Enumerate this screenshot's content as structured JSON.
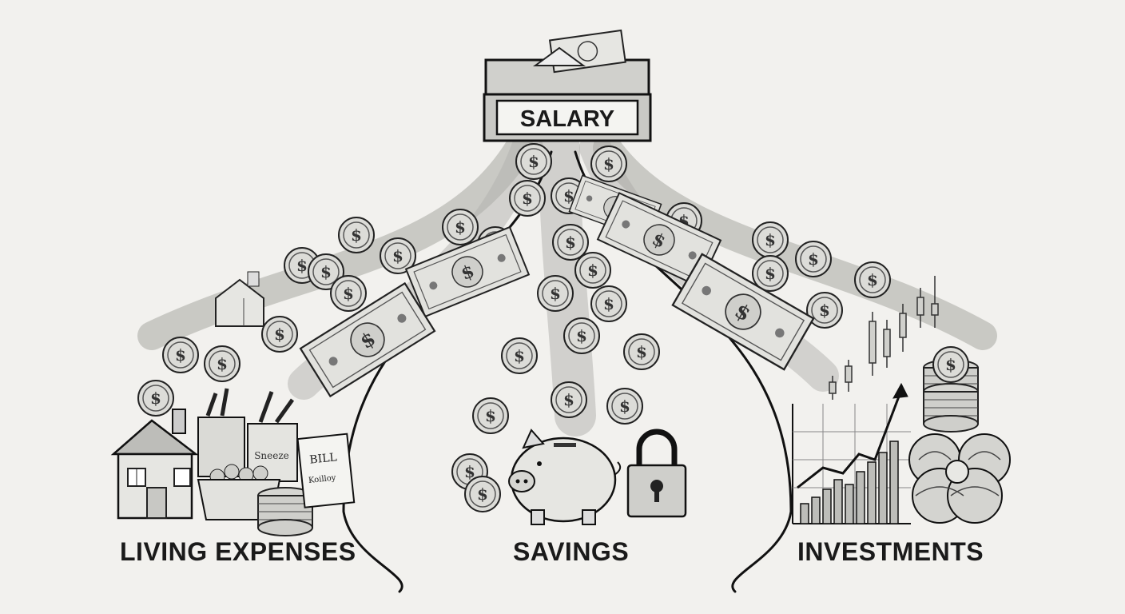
{
  "source": {
    "label": "SALARY"
  },
  "categories": [
    {
      "id": "living",
      "label": "LIVING EXPENSES"
    },
    {
      "id": "savings",
      "label": "SAVINGS"
    },
    {
      "id": "investments",
      "label": "INVESTMENTS"
    }
  ],
  "bill_note": {
    "line1": "BILL",
    "line2": "Koilloy"
  },
  "grocery_bag_text": "Sneeze",
  "colors": {
    "ink": "#1a1a1a",
    "paper": "#f2f1ee",
    "shade": "#9a9a9a",
    "light": "#d8d8d4"
  }
}
